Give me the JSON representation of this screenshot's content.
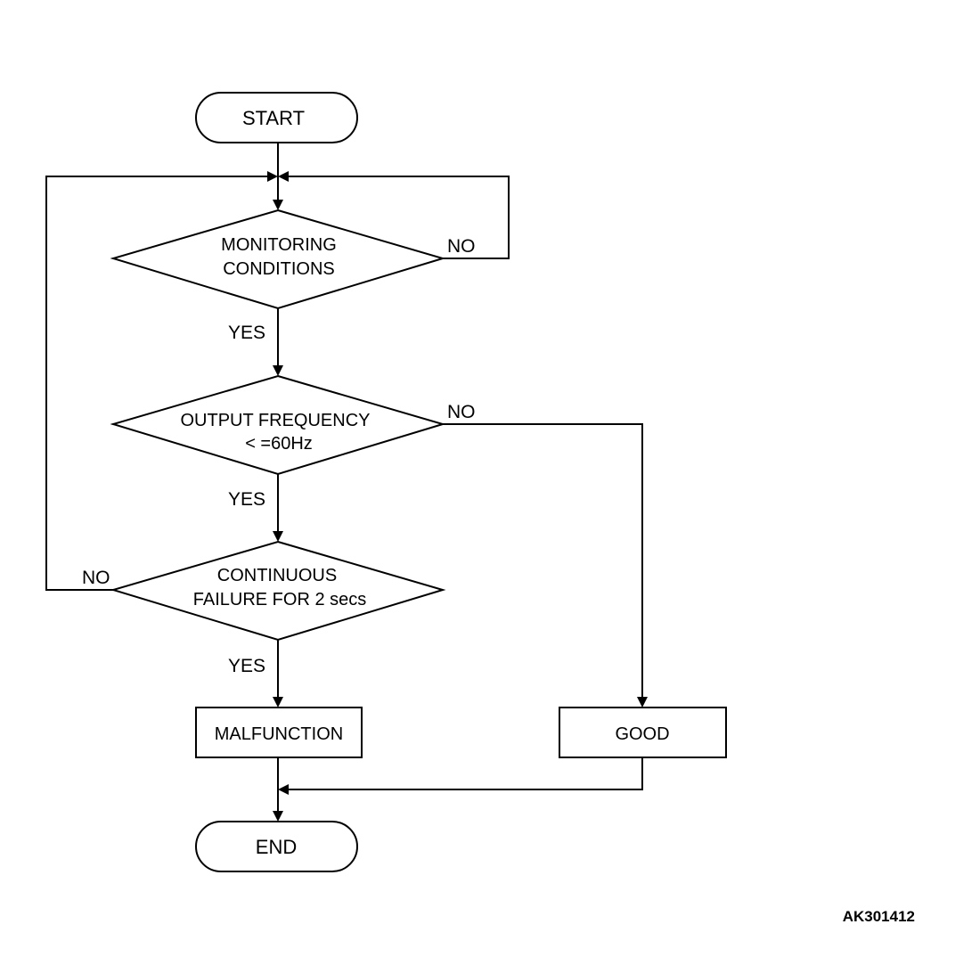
{
  "nodes": {
    "start": "START",
    "monitoring": [
      "MONITORING",
      "CONDITIONS"
    ],
    "frequency": [
      "OUTPUT FREQUENCY",
      "< =60Hz"
    ],
    "continuous": [
      "CONTINUOUS",
      "FAILURE FOR 2 secs"
    ],
    "malfunction": "MALFUNCTION",
    "good": "GOOD",
    "end": "END"
  },
  "branch_labels": {
    "monitoring_no": "NO",
    "monitoring_yes": "YES",
    "frequency_no": "NO",
    "frequency_yes": "YES",
    "continuous_no": "NO",
    "continuous_yes": "YES"
  },
  "figure_id": "AK301412"
}
